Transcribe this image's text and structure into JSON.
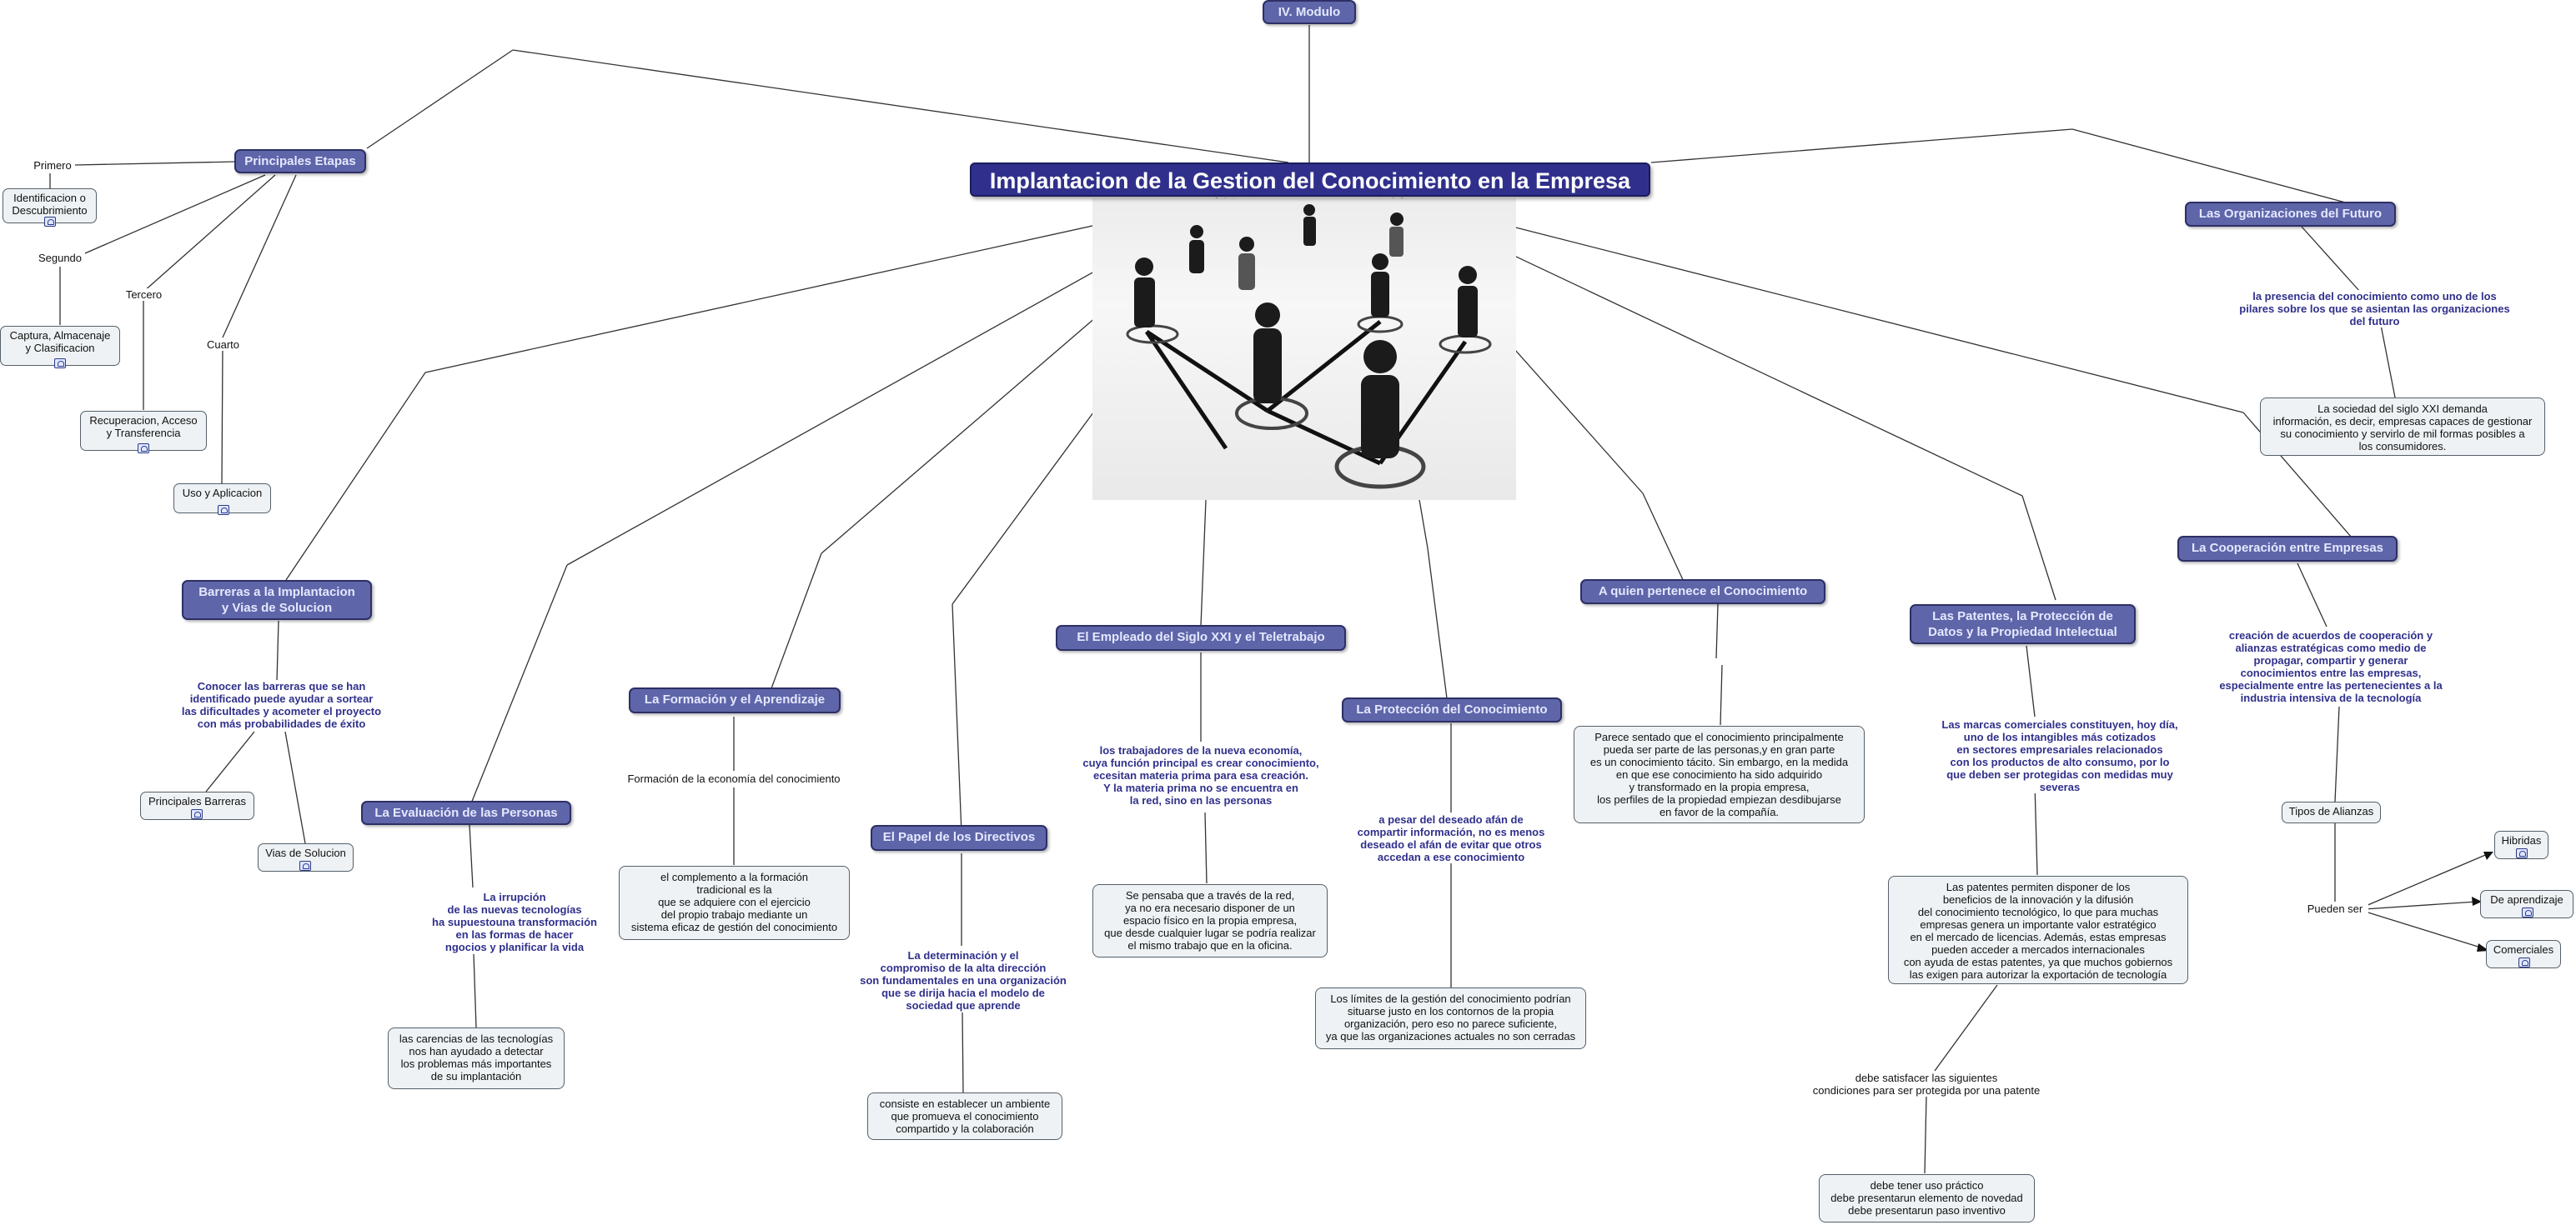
{
  "central": {
    "title": "Implantacion de la Gestion del Conocimiento en la Empresa"
  },
  "module": {
    "label": "IV. Modulo"
  },
  "etapas": {
    "title": "Principales Etapas",
    "primero": "Primero",
    "segundo": "Segundo",
    "tercero": "Tercero",
    "cuarto": "Cuarto",
    "identificacion": "Identificacion o\nDescubrimiento",
    "captura": "Captura, Almacenaje\ny Clasificacion",
    "recuperacion": "Recuperacion, Acceso\ny Transferencia",
    "uso": "Uso y Aplicacion"
  },
  "barreras": {
    "title": "Barreras a la Implantacion\ny Vias de Solucion",
    "desc": "Conocer las barreras que se han\nidentificado puede ayudar a sortear\nlas dificultades y acometer el proyecto\ncon más probabilidades de éxito",
    "principales": "Principales Barreras",
    "vias": "Vias de Solucion"
  },
  "evaluacion": {
    "title": "La Evaluación de las Personas",
    "desc": "La irrupción\nde las nuevas tecnologías\nha  supuestouna  transformación\nen  las  formas  de  hacer\nngocios y planificar la vida",
    "box": "las carencias de las tecnologías\nnos han ayudado a detectar\nlos problemas más importantes\nde su implantación"
  },
  "formacion": {
    "title": "La Formación y el Aprendizaje",
    "label": "Formación de la economía del conocimiento",
    "box": "el  complemento  a  la  formación\ntradicional es la\nque se adquiere con el ejercicio\ndel propio trabajo mediante un\nsistema eficaz de gestión del conocimiento"
  },
  "directivos": {
    "title": "El Papel de los Directivos",
    "desc": "La determinación y el\ncompromiso de la alta dirección\nson fundamentales en una organización\nque se dirija hacia el modelo de\nsociedad que aprende",
    "box": "consiste en establecer un ambiente\nque promueva el conocimiento\ncompartido y la colaboración"
  },
  "empleado": {
    "title": "El Empleado del Siglo XXI y el Teletrabajo",
    "desc": "los trabajadores de la nueva economía,\ncuya función principal es crear conocimiento,\necesitan materia prima para esa creación.\nY la materia prima no se encuentra en\nla red, sino en las personas",
    "box": "Se pensaba que a través de la red,\nya no era necesario disponer de un\nespacio físico en la propia empresa,\nque desde cualquier lugar se podría realizar\nel mismo trabajo que en la oficina."
  },
  "proteccion": {
    "title": "La Protección del Conocimiento",
    "desc": "a pesar del deseado afán de\ncompartir información, no es menos\ndeseado el afán de evitar que otros\naccedan a ese conocimiento",
    "box": "Los límites de la gestión del conocimiento podrían\nsituarse justo en los contornos de la propia\norganización, pero eso no parece suficiente,\nya que las organizaciones actuales no son cerradas"
  },
  "quien": {
    "title": "A quien pertenece el Conocimiento",
    "box": "Parece sentado que el conocimiento principalmente\npueda ser parte de las personas,y en gran parte\nes un conocimiento tácito. Sin embargo, en la medida\nen que ese conocimiento ha sido adquirido\ny transformado en la propia empresa,\nlos perfiles de la propiedad empiezan desdibujarse\nen favor de la compañía."
  },
  "patentes": {
    "title": "Las Patentes, la Protección de\nDatos y la Propiedad Intelectual",
    "desc": "Las  marcas  comerciales  constituyen, hoy día,\nuno de los intangibles más cotizados\nen sectores empresariales relacionados\ncon los productos de alto consumo, por lo\nque deben ser protegidas con medidas muy severas",
    "box": "Las patentes permiten disponer de los\nbeneficios de la innovación y la difusión\ndel conocimiento tecnológico, lo que para muchas\nempresas genera un importante valor estratégico\nen el mercado de licencias. Además, estas empresas\npueden acceder a mercados internacionales\ncon ayuda de estas patentes, ya que muchos gobiernos\nlas exigen para autorizar la exportación de tecnología",
    "label": "debe satisfacer las siguientes\ncondiciones para ser protegida por una patente",
    "box2": "debe tener uso práctico\ndebe presentarun elemento de novedad\ndebe presentarun paso  inventivo"
  },
  "futuro": {
    "title": "Las Organizaciones del Futuro",
    "desc": "la presencia del conocimiento como uno de los\npilares sobre los que se asientan las organizaciones\ndel futuro",
    "box": "La sociedad del siglo XXI demanda\ninformación, es decir, empresas capaces de gestionar\nsu conocimiento y servirlo de mil formas posibles a\nlos consumidores."
  },
  "cooperacion": {
    "title": "La Cooperación entre Empresas",
    "desc": "creación de acuerdos de cooperación y\nalianzas estratégicas como medio de\npropagar, compartir y generar\nconocimientos entre las empresas,\nespecialmente entre las pertenecientes a la\nindustria intensiva de la tecnología",
    "tipos": "Tipos de Alianzas",
    "pueden": "Pueden ser",
    "hibridas": "Hibridas",
    "aprendizaje": "De aprendizaje",
    "comerciales": "Comerciales"
  },
  "colors": {
    "central": "#30308c",
    "topic": "#5e65a8",
    "topic_text": "#e4e8ff",
    "emphasis_text": "#30308c",
    "box_fill": "#eef2f4"
  },
  "icons": [
    "attachment-icon",
    "arrowhead-icon"
  ]
}
